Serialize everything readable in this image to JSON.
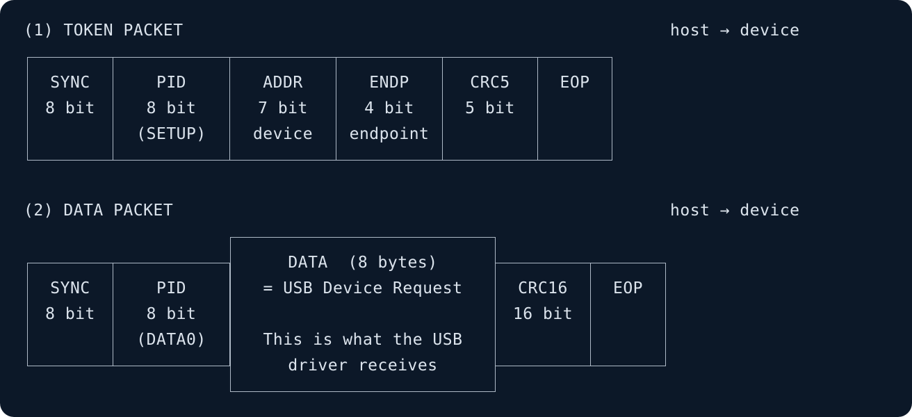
{
  "token_packet": {
    "title": "(1) TOKEN PACKET",
    "direction": "host → device",
    "fields": [
      {
        "name": "SYNC",
        "lines": [
          "8 bit",
          ""
        ]
      },
      {
        "name": "PID",
        "lines": [
          "8 bit",
          "(SETUP)"
        ]
      },
      {
        "name": "ADDR",
        "lines": [
          "7 bit",
          "device"
        ]
      },
      {
        "name": "ENDP",
        "lines": [
          "4 bit",
          "endpoint"
        ]
      },
      {
        "name": "CRC5",
        "lines": [
          "5 bit",
          ""
        ]
      },
      {
        "name": "EOP",
        "lines": [
          "",
          ""
        ]
      }
    ]
  },
  "data_packet": {
    "title": "(2) DATA PACKET",
    "direction": "host → device",
    "fields": [
      {
        "name": "SYNC",
        "lines": [
          "8 bit",
          ""
        ]
      },
      {
        "name": "PID",
        "lines": [
          "8 bit",
          "(DATA0)"
        ]
      },
      {
        "name": "CRC16",
        "lines": [
          "16 bit",
          ""
        ]
      },
      {
        "name": "EOP",
        "lines": [
          "",
          ""
        ]
      }
    ],
    "payload": {
      "line1": "DATA  (8 bytes)",
      "line2": "= USB Device Request",
      "line3": "This is what the USB",
      "line4": "driver receives"
    }
  }
}
